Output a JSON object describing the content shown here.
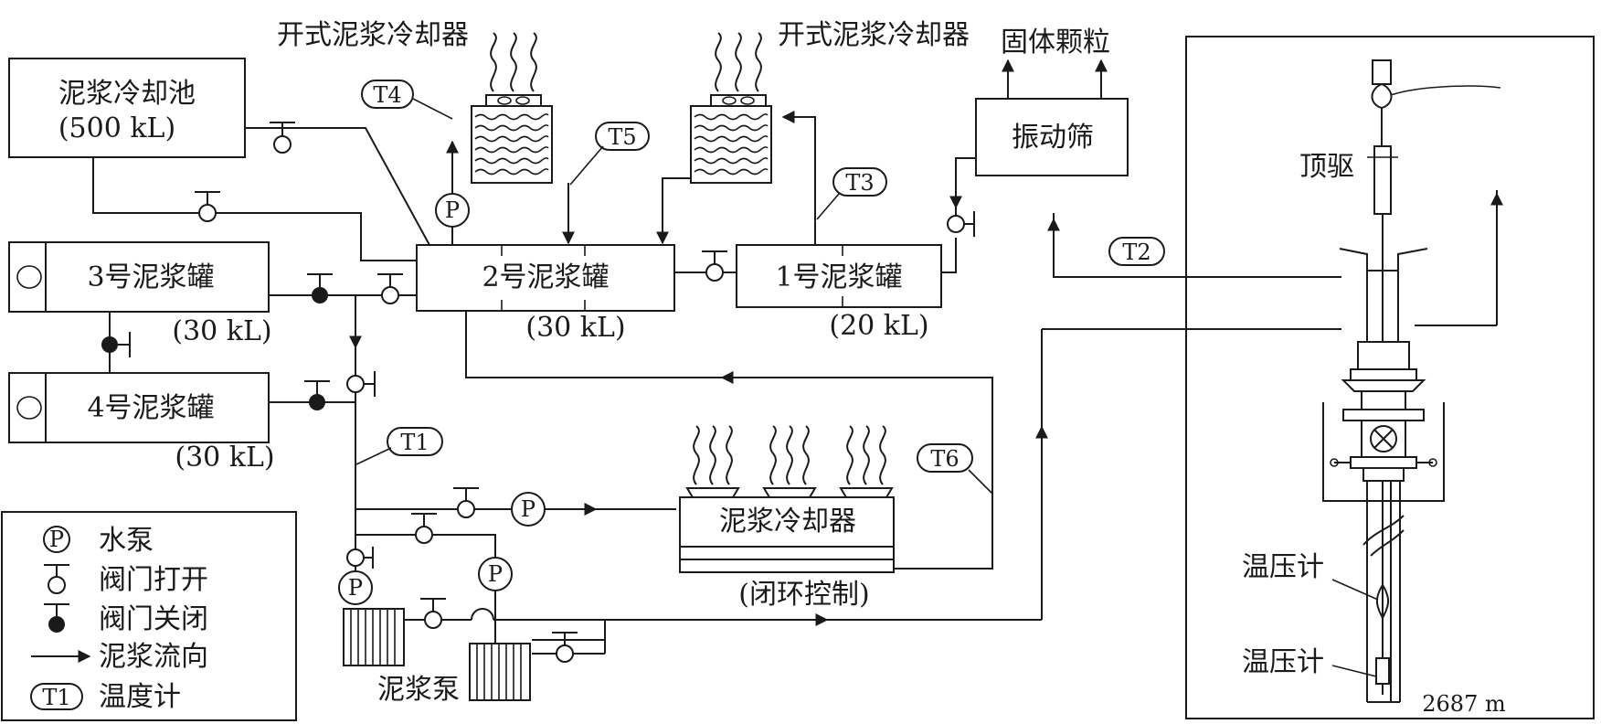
{
  "cooling_pond": {
    "label": "泥浆冷却池",
    "capacity": "(500 kL)"
  },
  "tanks": {
    "tank1": {
      "label": "1号泥浆罐",
      "capacity": "(20 kL)"
    },
    "tank2": {
      "label": "2号泥浆罐",
      "capacity": "(30 kL)"
    },
    "tank3": {
      "label": "3号泥浆罐",
      "capacity": "(30 kL)"
    },
    "tank4": {
      "label": "4号泥浆罐",
      "capacity": "(30 kL)"
    }
  },
  "open_cooler_left": "开式泥浆冷却器",
  "open_cooler_right": "开式泥浆冷却器",
  "solids": "固体颗粒",
  "shaker": "振动筛",
  "closed_cooler": {
    "label": "泥浆冷却器",
    "note": "(闭环控制)"
  },
  "mud_pump": "泥浆泵",
  "well": {
    "top_drive": "顶驱",
    "gauge_upper": "温压计",
    "gauge_lower": "温压计",
    "depth": "2687 m"
  },
  "thermometers": {
    "t1": "T1",
    "t2": "T2",
    "t3": "T3",
    "t4": "T4",
    "t5": "T5",
    "t6": "T6"
  },
  "pump_symbol": "P",
  "legend": {
    "pump": "水泵",
    "valve_open": "阀门打开",
    "valve_closed": "阀门关闭",
    "flow": "泥浆流向",
    "thermometer_tag": "T1",
    "thermometer": "温度计"
  }
}
